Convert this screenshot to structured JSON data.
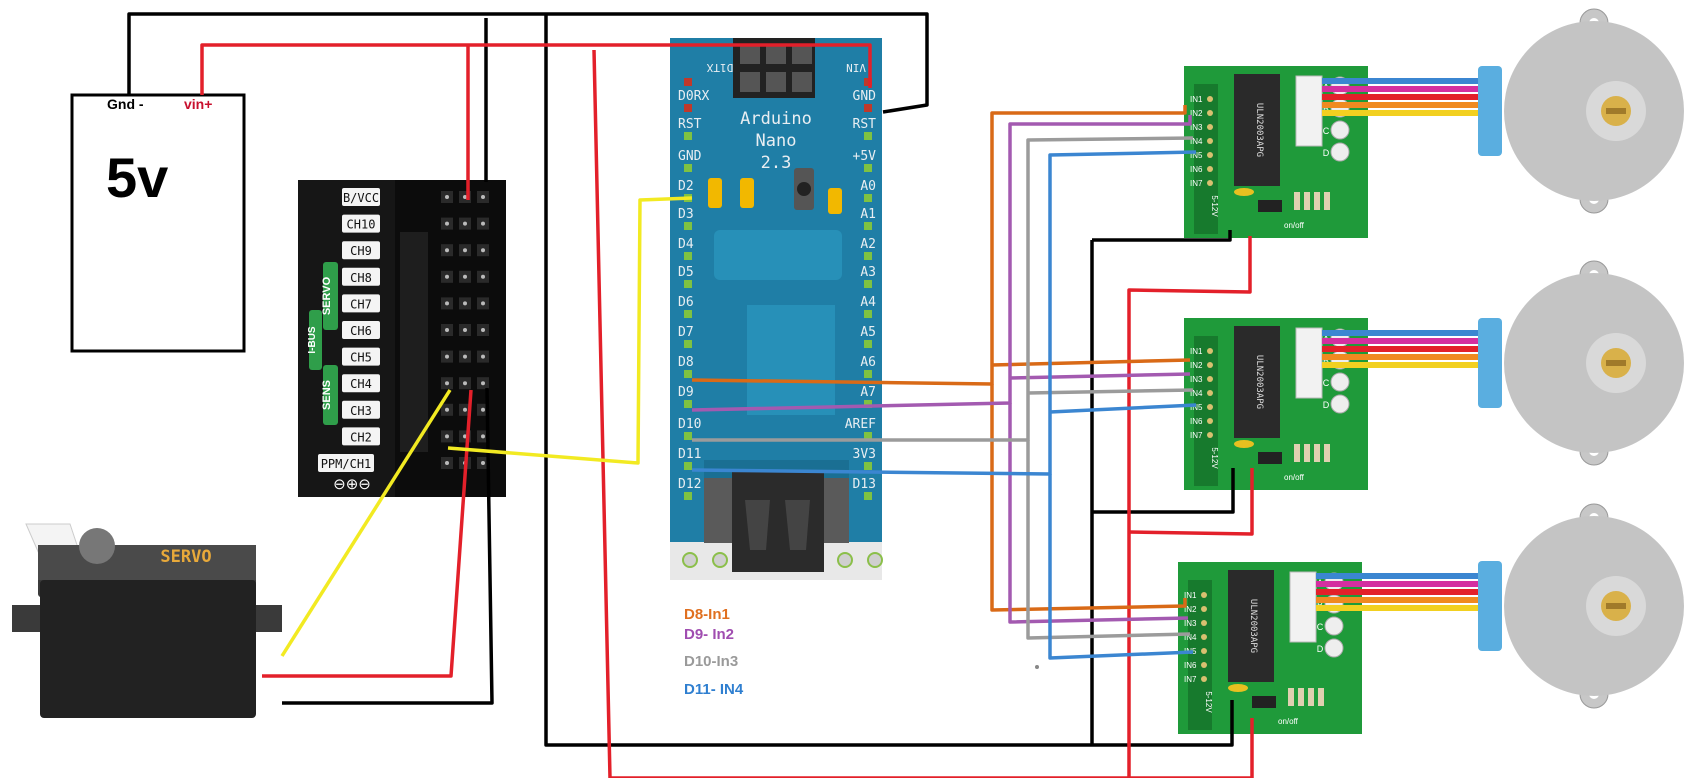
{
  "power_supply": {
    "gnd_label": "Gnd -",
    "vin_label": "vin+",
    "voltage_label": "5v"
  },
  "receiver": {
    "channels": [
      "B/VCC",
      "CH10",
      "CH9",
      "CH8",
      "CH7",
      "CH6",
      "CH5",
      "CH4",
      "CH3",
      "CH2",
      "PPM/CH1"
    ],
    "groups": [
      "SERVO",
      "I-BUS",
      "SENS"
    ],
    "symbols": "⊖⊕⊖"
  },
  "servo": {
    "label": "SERVO"
  },
  "arduino": {
    "title_lines": [
      "Arduino",
      "Nano",
      "2.3"
    ],
    "left_pins": [
      "D1TX",
      "D0RX",
      "RST",
      "GND",
      "D2",
      "D3",
      "D4",
      "D5",
      "D6",
      "D7",
      "D8",
      "D9",
      "D10",
      "D11",
      "D12"
    ],
    "right_pins": [
      "VIN",
      "GND",
      "RST",
      "+5V",
      "A0",
      "A1",
      "A2",
      "A3",
      "A4",
      "A5",
      "A6",
      "A7",
      "AREF",
      "3V3",
      "D13"
    ]
  },
  "drivers": [
    {
      "chip": "ULN2003APG",
      "inputs": [
        "IN1",
        "IN2",
        "IN3",
        "IN4",
        "IN5",
        "IN6",
        "IN7"
      ],
      "voltage": "5-12V",
      "switch": "on/off",
      "leds": [
        "A",
        "B",
        "C",
        "D"
      ]
    },
    {
      "chip": "ULN2003APG",
      "inputs": [
        "IN1",
        "IN2",
        "IN3",
        "IN4",
        "IN5",
        "IN6",
        "IN7"
      ],
      "voltage": "5-12V",
      "switch": "on/off",
      "leds": [
        "A",
        "B",
        "C",
        "D"
      ]
    },
    {
      "chip": "ULN2003APG",
      "inputs": [
        "IN1",
        "IN2",
        "IN3",
        "IN4",
        "IN5",
        "IN6",
        "IN7"
      ],
      "voltage": "5-12V",
      "switch": "on/off",
      "leds": [
        "A",
        "B",
        "C",
        "D"
      ]
    }
  ],
  "legend": [
    "D8-In1",
    "D9- In2",
    "D10-In3",
    "D11- IN4"
  ],
  "colors": {
    "red": "#e3202a",
    "black": "#000000",
    "yellow": "#f2ea22",
    "orange": "#d96a17",
    "purple": "#a35ab0",
    "gray": "#9b9b9b",
    "blue": "#3b86d1",
    "nano": "#1f7ea6",
    "pcb": "#1f9a3a"
  }
}
